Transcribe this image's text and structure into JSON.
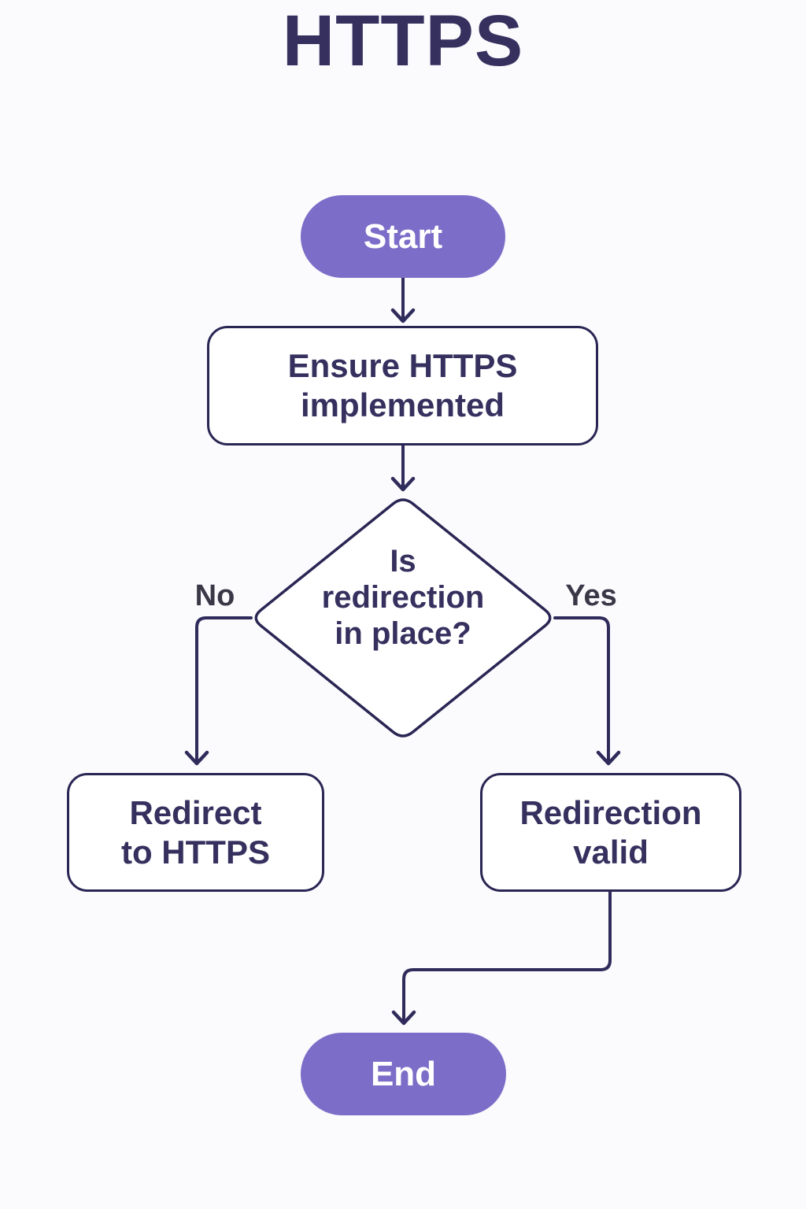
{
  "title": "HTTPS",
  "colors": {
    "background": "#fbfafd",
    "ink": "#35305e",
    "line": "#2f2b5b",
    "pill_fill": "#7c6ec8",
    "pill_text": "#ffffff",
    "node_border": "#2a2654",
    "node_fill": "#ffffff",
    "branch_label_ink": "#3a3747"
  },
  "nodes": {
    "start": {
      "type": "terminator",
      "label": "Start"
    },
    "ensure": {
      "type": "process",
      "line1": "Ensure HTTPS",
      "line2": "implemented"
    },
    "decision": {
      "type": "decision",
      "line1": "Is",
      "line2": "redirection",
      "line3": "in place?"
    },
    "redirect": {
      "type": "process",
      "line1": "Redirect",
      "line2": "to HTTPS"
    },
    "valid": {
      "type": "process",
      "line1": "Redirection",
      "line2": "valid"
    },
    "end": {
      "type": "terminator",
      "label": "End"
    }
  },
  "edges": {
    "no_label": "No",
    "yes_label": "Yes"
  }
}
